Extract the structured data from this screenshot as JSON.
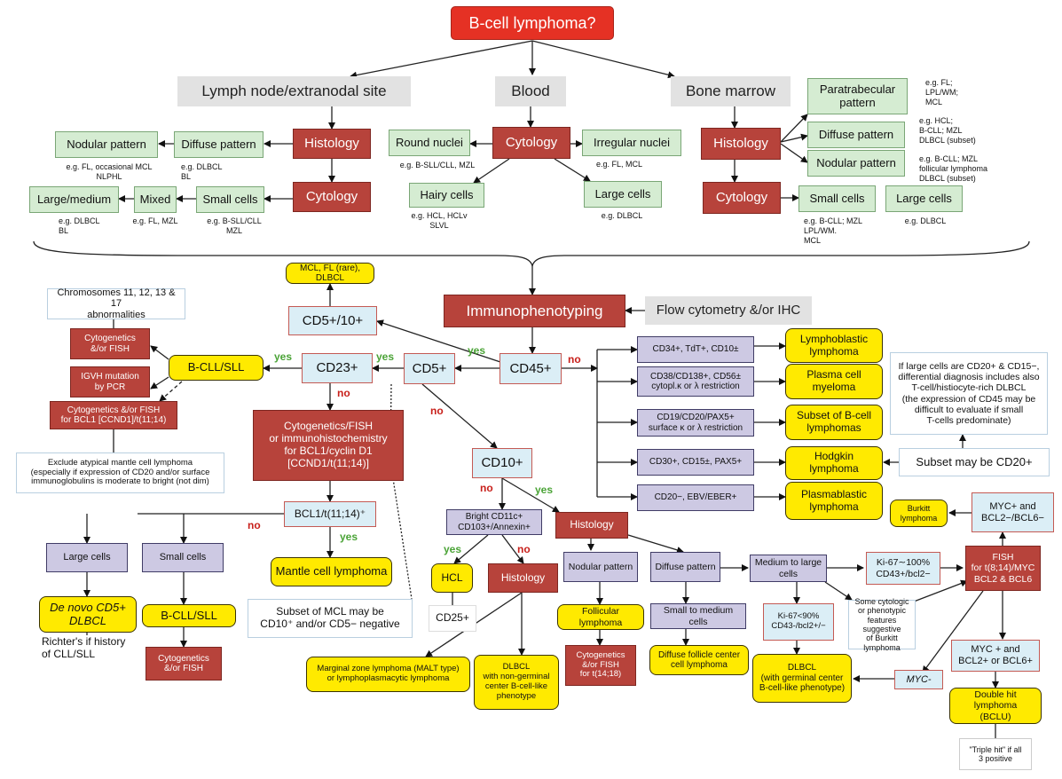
{
  "top": {
    "title": "B-cell lymphoma?"
  },
  "sites": {
    "lymph": "Lymph node/extranodal site",
    "blood": "Blood",
    "marrow": "Bone marrow"
  },
  "ln": {
    "histology": "Histology",
    "cytology": "Cytology",
    "nodular": "Nodular pattern",
    "diffuse": "Diffuse pattern",
    "large": "Large/medium",
    "mixed": "Mixed",
    "small": "Small cells",
    "nodular_eg": "e.g. FL, occasional MCL\nNLPHL",
    "diffuse_eg": "e.g. DLBCL\nBL",
    "large_eg": "e.g. DLBCL\nBL",
    "mixed_eg": "e.g. FL, MZL",
    "small_eg": "e.g. B-SLL/CLL\nMZL"
  },
  "bl": {
    "cytology": "Cytology",
    "round": "Round nuclei",
    "irregular": "Irregular nuclei",
    "hairy": "Hairy cells",
    "large": "Large cells",
    "round_eg": "e.g. B-SLL/CLL, MZL",
    "irregular_eg": "e.g. FL, MCL",
    "hairy_eg": "e.g. HCL, HCLv\nSLVL",
    "large_eg": "e.g. DLBCL"
  },
  "bm": {
    "histology": "Histology",
    "cytology": "Cytology",
    "para": "Paratrabecular\npattern",
    "diffuse": "Diffuse pattern",
    "nodular": "Nodular pattern",
    "small": "Small cells",
    "large": "Large cells",
    "para_eg": "e.g. FL;\nLPL/WM;\nMCL",
    "diffuse_eg": "e.g. HCL;\nB-CLL; MZL\nDLBCL (subset)",
    "nodular_eg": "e.g. B-CLL; MZL\nfollicular lymphoma\nDLBCL (subset)",
    "small_eg": "e.g. B-CLL; MZL\nLPL/WM.\nMCL",
    "large_eg": "e.g. DLBCL"
  },
  "immuno": {
    "title": "Immunophenotyping",
    "method": "Flow cytometry &/or IHC"
  },
  "markers": {
    "cd45": "CD45+",
    "cd5": "CD5+",
    "cd23": "CD23+",
    "cd5_10": "CD5+/10+",
    "cd10": "CD10+"
  },
  "labels": {
    "yes": "yes",
    "no": "no"
  },
  "cd45neg": {
    "items": [
      "CD34+, TdT+, CD10±",
      "CD38/CD138+, CD56±\ncytopl.κ or λ restriction",
      "CD19/CD20/PAX5+\nsurface κ or λ restriction",
      "CD30+, CD15±, PAX5+",
      "CD20−, EBV/EBER+"
    ],
    "dx": [
      "Lymphoblastic\nlymphoma",
      "Plasma cell\nmyeloma",
      "Subset of B-cell\nlymphomas",
      "Hodgkin\nlymphoma",
      "Plasmablastic\nlymphoma"
    ],
    "note_large": "If large cells are CD20+ & CD15−,\ndifferential diagnosis includes also\nT-cell/histiocyte-rich DLBCL\n(the expression of CD45 may be\ndifficult to evaluate if small\nT-cells predominate)",
    "note_hodgkin": "Subset may be CD20+"
  },
  "cll": {
    "top_yellow": "MCL, FL (rare), DLBCL",
    "chrom": "Chromosomes 11, 12, 13 & 17\nabnormalities",
    "cyto_fish": "Cytogenetics\n&/or FISH",
    "igvh": "IGVH mutation\nby PCR",
    "bcll": "B-CLL/SLL",
    "bcl1_fish": "Cytogenetics &/or FISH\nfor BCL1 [CCND1]/t(11;14)",
    "exclude": "Exclude atypical mantle cell lymphoma\n(especially if expression of CD20 and/or surface\nimmunoglobulins is moderate to bright (not dim)"
  },
  "mcl": {
    "test": "Cytogenetics/FISH\nor immunohistochemistry\nfor BCL1/cyclin D1\n[CCND1/t(11;14)]",
    "bcl1": "BCL1/t(11;14)⁺",
    "mantle": "Mantle cell lymphoma",
    "subset": "Subset of MCL may be\nCD10⁺ and/or CD5− negative",
    "large": "Large cells",
    "small": "Small cells",
    "denovo": "De novo CD5+\nDLBCL",
    "bcll2": "B-CLL/SLL",
    "richter": "Richter's if history\nof CLL/SLL",
    "cyto2": "Cytogenetics\n&/or FISH"
  },
  "cd10neg": {
    "bright": "Bright CD11c+\nCD103+/Annexin+",
    "hcl": "HCL",
    "cd25": "CD25+",
    "histology": "Histology",
    "mzl": "Marginal zone lymphoma (MALT type)\nor lymphoplasmacytic lymphoma",
    "dlbcl_ngc": "DLBCL\nwith non-germinal\ncenter B-cell-like\nphenotype"
  },
  "cd10pos": {
    "histology": "Histology",
    "nodular": "Nodular pattern",
    "diffuse": "Diffuse pattern",
    "follicular": "Follicular lymphoma",
    "cyto_t1418": "Cytogenetics\n&/or FISH\nfor t(14;18)",
    "small_med": "Small to medium cells",
    "dfcc": "Diffuse follicle center\ncell lymphoma",
    "medlarge": "Medium to large cells",
    "ki100": "Ki-67∼100%\nCD43+/bcl2−",
    "ki90": "Ki-67<90%\nCD43-/bcl2+/−",
    "some": "Some cytologic\nor phenotypic\nfeatures suggestive\nof Burkitt lymphoma",
    "dlbcl_gc": "DLBCL\n(with germinal center\nB-cell-like phenotype)",
    "fish": "FISH\nfor t(8;14)/MYC\nBCL2 & BCL6",
    "myc_pos": "MYC+ and\nBCL2−/BCL6−",
    "burkitt": "Burkitt\nlymphoma",
    "myc_neg": "MYC-",
    "myc_bcl": "MYC + and\nBCL2+ or BCL6+",
    "double": "Double hit lymphoma\n(BCLU)",
    "triple": "\"Triple hit\" if all\n3 positive"
  },
  "colors": {
    "red": "#b7433b",
    "top_red": "#e53124",
    "green": "#d5ecd2",
    "gray": "#e2e2e2",
    "yellow": "#ffea00",
    "blue": "#dbeef6",
    "purple": "#cdc9e3",
    "yes": "#4aa336",
    "no": "#c8201b"
  }
}
